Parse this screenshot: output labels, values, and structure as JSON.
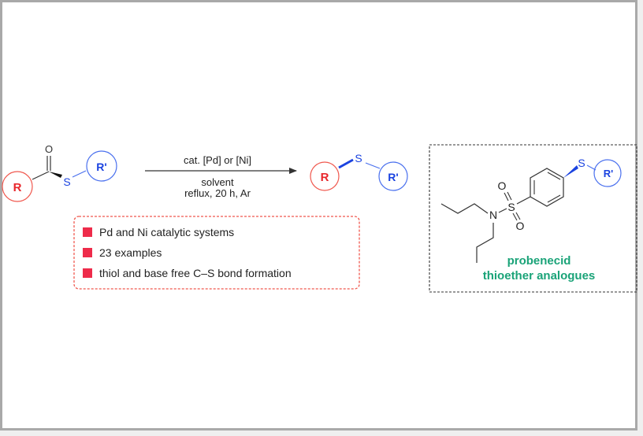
{
  "reactant": {
    "R_label": "R",
    "R_prime_label": "R'",
    "oxygen_label": "O",
    "sulfur_label": "S"
  },
  "conditions": {
    "above_arrow": "cat. [Pd] or [Ni]",
    "below_arrow_line1": "solvent",
    "below_arrow_line2": "reflux, 20 h, Ar"
  },
  "product": {
    "R_label": "R",
    "R_prime_label": "R'",
    "sulfur_label": "S"
  },
  "highlights": {
    "items": [
      "Pd and Ni catalytic systems",
      "23 examples",
      "thiol and base free C–S bond formation"
    ]
  },
  "analogue": {
    "N_label": "N",
    "S_sulfonyl_label": "S",
    "O_top_label": "O",
    "O_bottom_label": "O",
    "S_thio_label": "S",
    "R_prime_label": "R'",
    "caption_line1": "probenecid",
    "caption_line2": "thioether analogues"
  },
  "colors": {
    "red": "#f0584e",
    "red_text": "#e8262b",
    "blue": "#4a70ee",
    "blue_text": "#1b43e0",
    "bullet": "#ee2b4a",
    "green": "#1aa378",
    "bond": "#333333",
    "frame": "#a9a9a9"
  }
}
